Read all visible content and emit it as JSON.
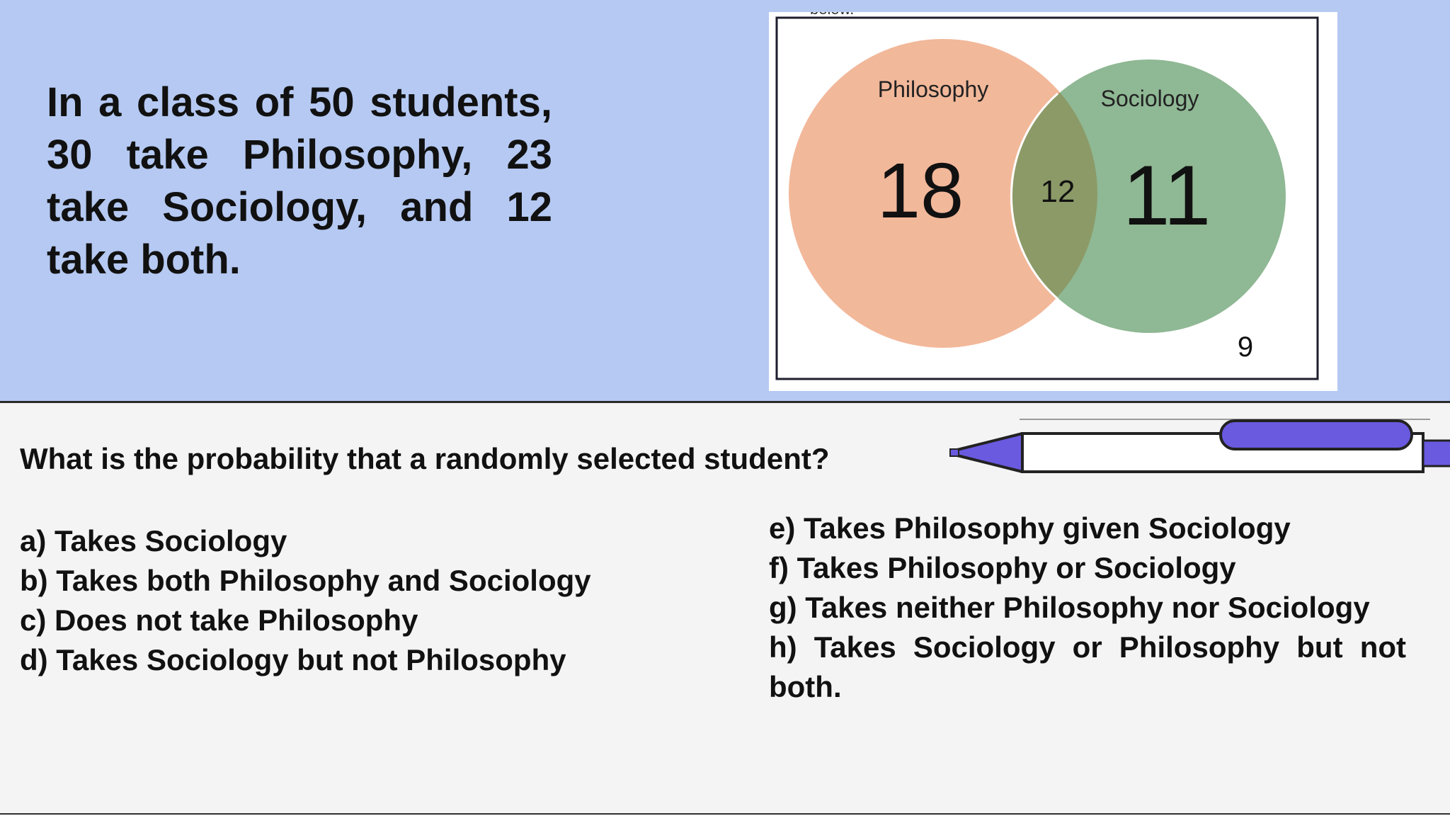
{
  "problem": {
    "statement": "In a class of 50 students, 30 take Philosophy, 23 take Sociology, and 12 take both."
  },
  "venn": {
    "cropped_top_text": "below.",
    "set_a": {
      "label": "Philosophy",
      "value": "18",
      "color": "#f2b89a"
    },
    "set_b": {
      "label": "Sociology",
      "value": "11",
      "color": "#8fb894"
    },
    "overlap": {
      "value": "12",
      "color": "#8c9a68"
    },
    "outside": {
      "value": "9"
    }
  },
  "question": "What is the probability that a randomly selected student?",
  "options_left": [
    "a) Takes Sociology",
    "b) Takes both Philosophy and Sociology",
    "c) Does not take Philosophy",
    "d) Takes Sociology but not Philosophy"
  ],
  "options_right": [
    "e) Takes Philosophy given Sociology",
    "f) Takes Philosophy or Sociology",
    "g) Takes neither Philosophy nor Sociology",
    "h) Takes Sociology or Philosophy but not both."
  ],
  "colors": {
    "top_background": "#b5c9f2",
    "bottom_background": "#f4f4f4",
    "pen_accent": "#6a5ae0"
  }
}
